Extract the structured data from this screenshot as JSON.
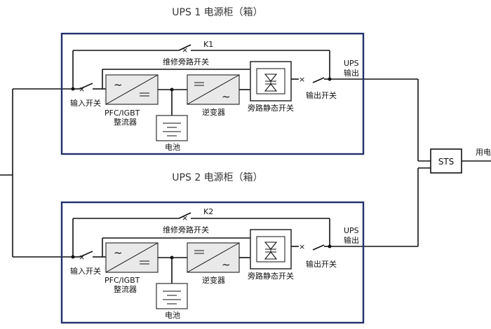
{
  "ups_units": [
    {
      "title": "UPS 1 电源柜（箱）",
      "bypass_switch": "K1",
      "maintenance_bypass": "维修旁路开关",
      "input_switch": "输入开关",
      "rectifier": [
        "PFC/IGBT",
        "整流器"
      ],
      "inverter": "逆变器",
      "battery": "电池",
      "static_bypass": "旁路静态开关",
      "output_switch": "输出开关",
      "ups_output": [
        "UPS",
        "输出"
      ]
    },
    {
      "title": "UPS 2 电源柜（箱）",
      "bypass_switch": "K2",
      "maintenance_bypass": "维修旁路开关",
      "input_switch": "输入开关",
      "rectifier": [
        "PFC/IGBT",
        "整流器"
      ],
      "inverter": "逆变器",
      "battery": "电池",
      "static_bypass": "旁路静态开关",
      "output_switch": "输出开关",
      "ups_output": [
        "UPS",
        "输出"
      ]
    }
  ],
  "sts": "STS",
  "load_label": "用电"
}
